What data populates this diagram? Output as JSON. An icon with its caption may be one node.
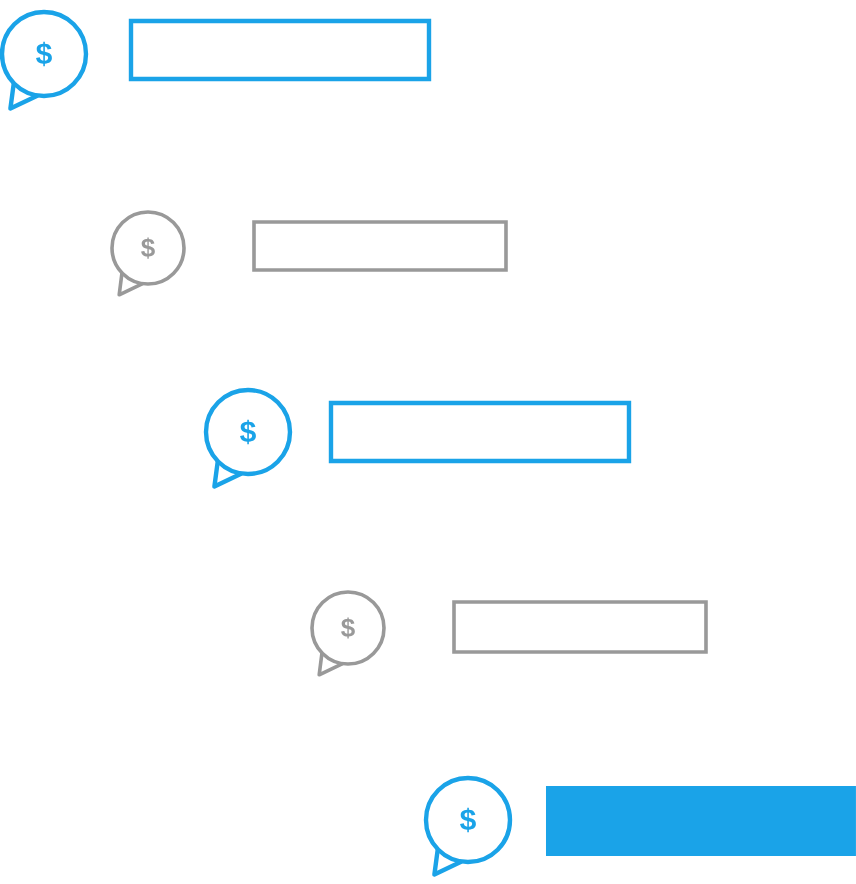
{
  "diagram": {
    "nodes": [
      {
        "text": [
          "$"
        ]
      },
      {
        "text": [],
        "shape": "box"
      },
      {
        "text": [
          "$"
        ]
      },
      {
        "text": [],
        "shape": "box"
      },
      {
        "text": [
          "$"
        ]
      },
      {
        "text": [],
        "shape": "box"
      },
      {
        "text": [
          "$"
        ]
      },
      {
        "text": [],
        "shape": "box"
      },
      {
        "text": [
          "$"
        ]
      },
      {
        "text": [],
        "shape": "box"
      }
    ]
  }
}
